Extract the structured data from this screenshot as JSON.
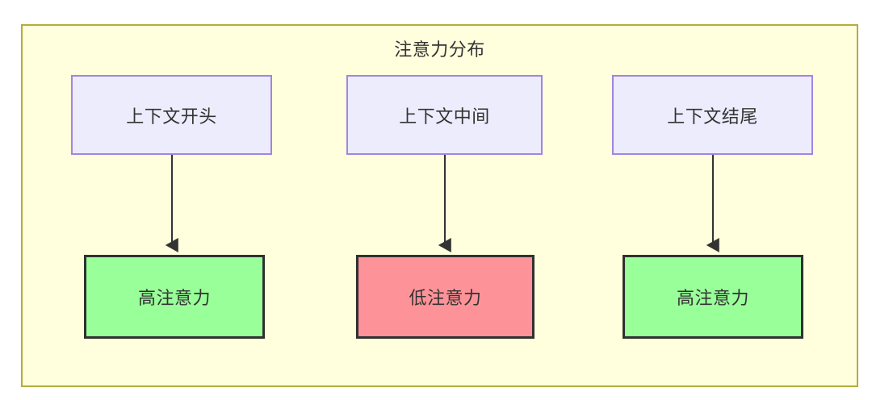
{
  "diagram": {
    "title": "注意力分布",
    "background_color": "#ffffde",
    "border_color": "#b3ae3a",
    "context_nodes": [
      {
        "label": "上下文开头",
        "fill": "#ececfd",
        "stroke": "#a285e0"
      },
      {
        "label": "上下文中间",
        "fill": "#ececfd",
        "stroke": "#a285e0"
      },
      {
        "label": "上下文结尾",
        "fill": "#ececfd",
        "stroke": "#a285e0"
      }
    ],
    "attention_nodes": [
      {
        "label": "高注意力",
        "fill": "#99ff99",
        "stroke": "#2f3130"
      },
      {
        "label": "低注意力",
        "fill": "#fd9398",
        "stroke": "#2f3130"
      },
      {
        "label": "高注意力",
        "fill": "#99ff99",
        "stroke": "#2f3130"
      }
    ],
    "edges": [
      {
        "from": "上下文开头",
        "to": "高注意力",
        "style": "arrow"
      },
      {
        "from": "上下文中间",
        "to": "低注意力",
        "style": "arrow"
      },
      {
        "from": "上下文结尾",
        "to": "高注意力",
        "style": "arrow"
      }
    ],
    "edge_color": "#333333"
  }
}
